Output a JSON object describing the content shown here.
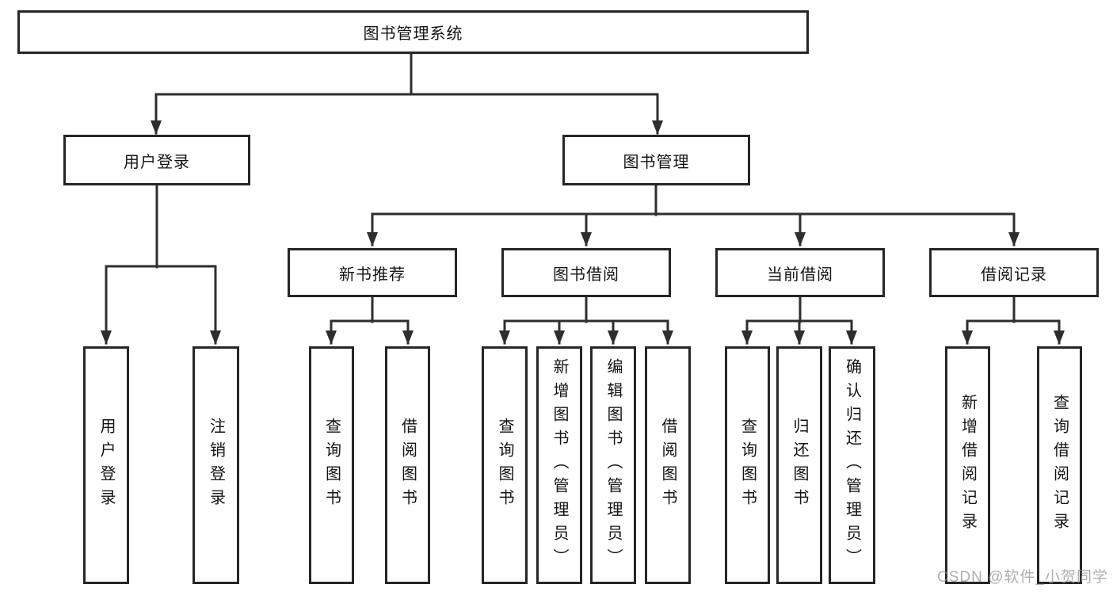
{
  "nodes": {
    "root": {
      "label": "图书管理系统"
    },
    "user_login": {
      "label": "用户登录"
    },
    "book_mgmt": {
      "label": "图书管理"
    },
    "new_book": {
      "label": "新书推荐"
    },
    "book_borrow": {
      "label": "图书借阅"
    },
    "current_borrow": {
      "label": "当前借阅"
    },
    "borrow_records": {
      "label": "借阅记录"
    },
    "leaves": {
      "user_login_children": [
        {
          "label": "用户登录"
        },
        {
          "label": "注销登录"
        }
      ],
      "new_book_children": [
        {
          "label": "查询图书"
        },
        {
          "label": "借阅图书"
        }
      ],
      "book_borrow_children": [
        {
          "label": "查询图书"
        },
        {
          "label": "新增图书（管理员）"
        },
        {
          "label": "编辑图书（管理员）"
        },
        {
          "label": "借阅图书"
        }
      ],
      "current_borrow_children": [
        {
          "label": "查询图书"
        },
        {
          "label": "归还图书"
        },
        {
          "label": "确认归还（管理员）"
        }
      ],
      "borrow_records_children": [
        {
          "label": "新增借阅记录"
        },
        {
          "label": "查询借阅记录"
        }
      ]
    }
  },
  "watermark": "CSDN @软件_小贺同学",
  "colors": {
    "line": "#2e2e2e",
    "box_border": "#262626",
    "text": "#141414",
    "watermark": "#919498",
    "background": "#ffffff"
  }
}
